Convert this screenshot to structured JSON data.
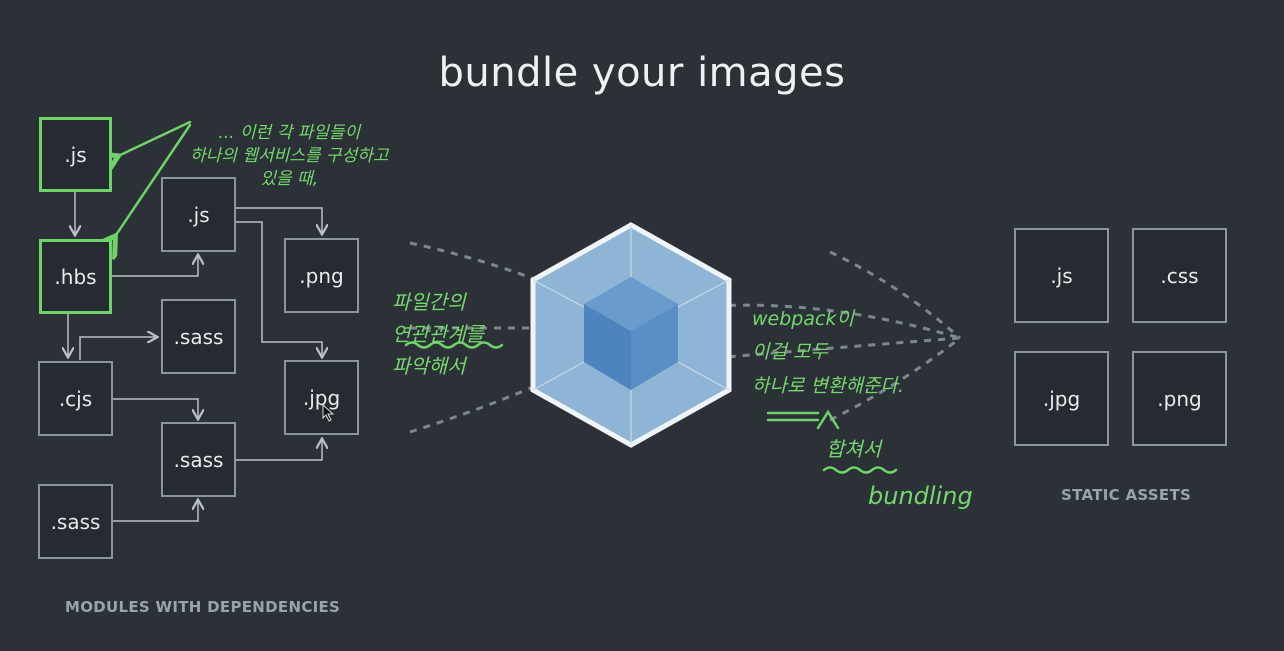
{
  "title": "bundle your images",
  "modules": {
    "caption": "MODULES WITH DEPENDENCIES",
    "boxes": [
      ".js",
      ".hbs",
      ".cjs",
      ".sass",
      ".js",
      ".sass",
      ".sass",
      ".png",
      ".jpg"
    ]
  },
  "assets": {
    "caption": "STATIC ASSETS",
    "boxes": [
      ".js",
      ".css",
      ".jpg",
      ".png"
    ]
  },
  "notes": {
    "top": "... 이런 각 파일들이\n하나의 웹서비스를 구성하고\n있을 때,",
    "left": "파일간의\n연관관계를\n파악해서",
    "right": "webpack이\n이걸 모두\n하나로 변환해준다.",
    "merge": "합쳐서",
    "bundling": "bundling"
  },
  "colors": {
    "background": "#2b3137",
    "annotation": "#74d86c",
    "box_border": "#8d959c",
    "cube_outer": "#8fb5d6",
    "cube_inner": "#5b8fc4"
  }
}
